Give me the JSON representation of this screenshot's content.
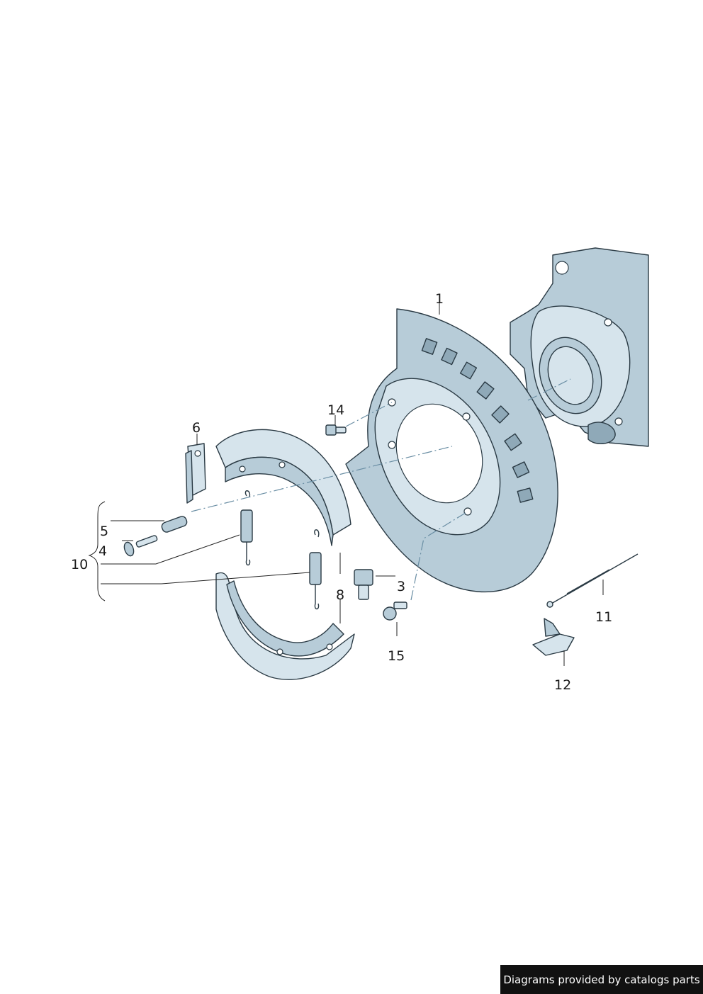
{
  "callouts": {
    "c1": "1",
    "c3": "3",
    "c4": "4",
    "c5": "5",
    "c6": "6",
    "c8": "8",
    "c10": "10",
    "c11": "11",
    "c12": "12",
    "c14": "14",
    "c15": "15"
  },
  "credit": "Diagrams provided by catalogs parts",
  "colors": {
    "part_light": "#d6e4ec",
    "part_mid": "#b7ccd8",
    "part_dark": "#8fa9b8",
    "outline": "#2a3a44"
  }
}
